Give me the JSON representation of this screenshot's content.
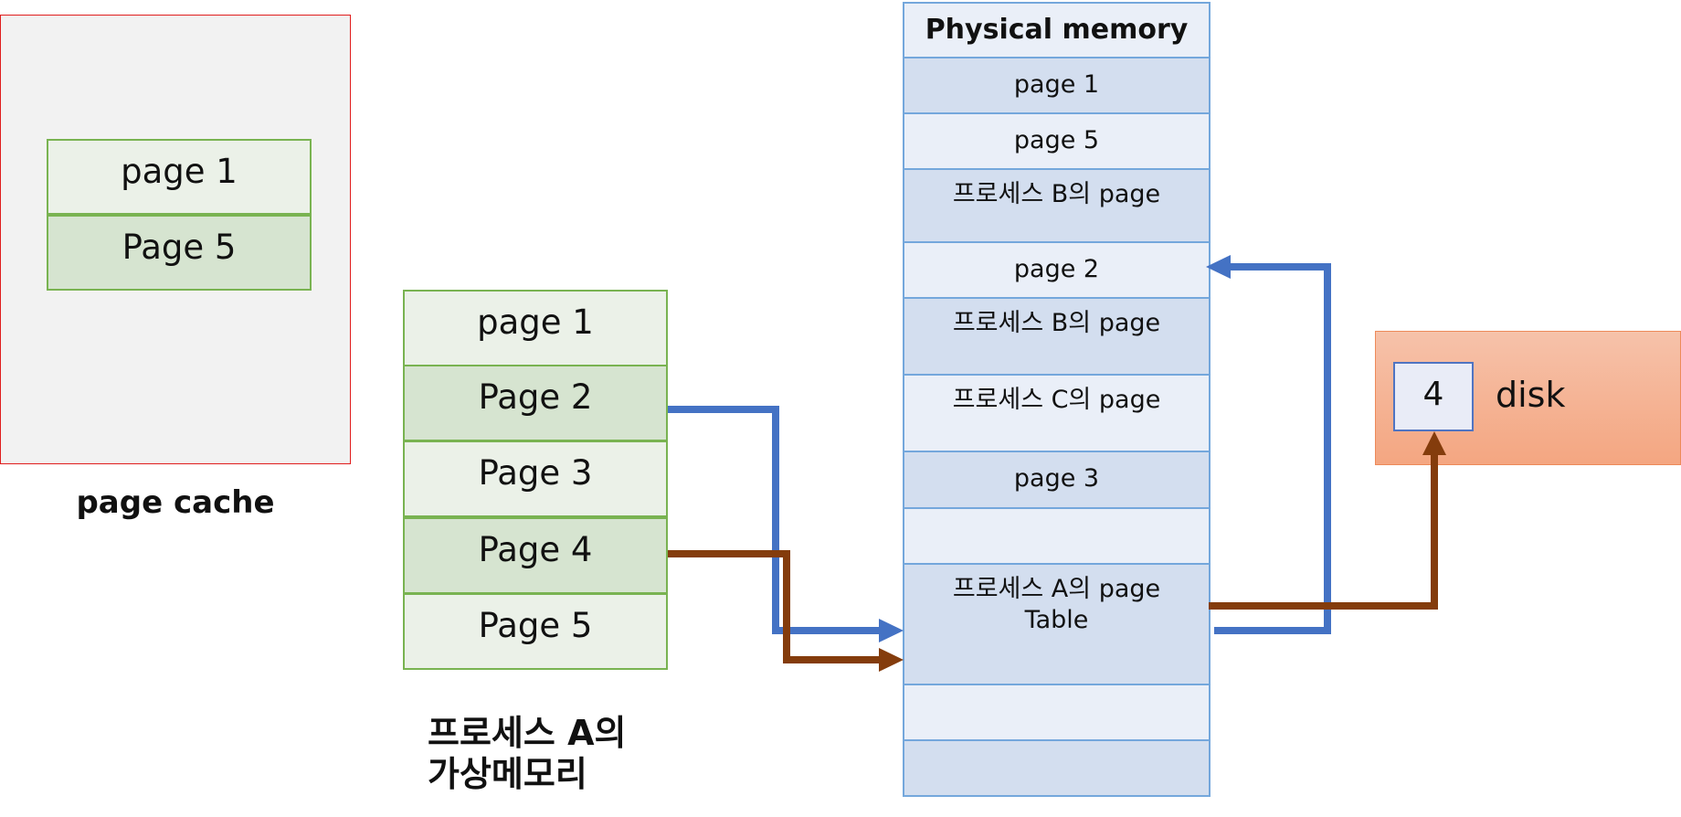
{
  "page_cache": {
    "label": "page cache",
    "pages": [
      "page 1",
      "Page 5"
    ]
  },
  "virtual_memory": {
    "label_line1": "프로세스 A의",
    "label_line2": "가상메모리",
    "pages": [
      "page 1",
      "Page 2",
      "Page 3",
      "Page 4",
      "Page 5"
    ]
  },
  "physical_memory": {
    "title": "Physical memory",
    "cells": [
      "page 1",
      "page 5",
      "프로세스 B의 page",
      "page 2",
      "프로세스 B의 page",
      "프로세스 C의 page",
      "page 3",
      "",
      "프로세스 A의 page\nTable",
      "",
      ""
    ]
  },
  "disk": {
    "label": "disk",
    "block": "4"
  },
  "colors": {
    "blue_arrow": "#4472c4",
    "brown_arrow": "#843c0c"
  }
}
